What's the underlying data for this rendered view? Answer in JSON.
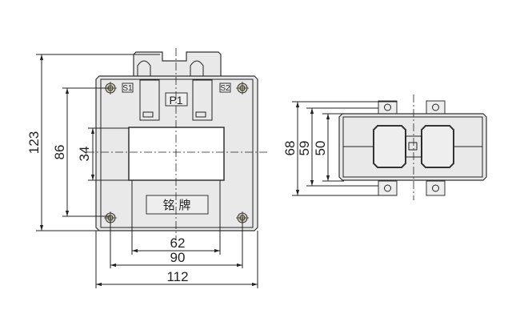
{
  "front_view": {
    "terminal_s1": "S1",
    "terminal_s2": "S2",
    "terminal_p1": "P1",
    "nameplate": "铭 牌",
    "dims": {
      "height_total": "123",
      "height_mount": "86",
      "window_height": "34",
      "window_width": "62",
      "mount_width": "90",
      "width_total": "112"
    }
  },
  "side_view": {
    "dims": {
      "depth_total": "68",
      "depth_mount": "59",
      "depth_body": "50"
    }
  }
}
